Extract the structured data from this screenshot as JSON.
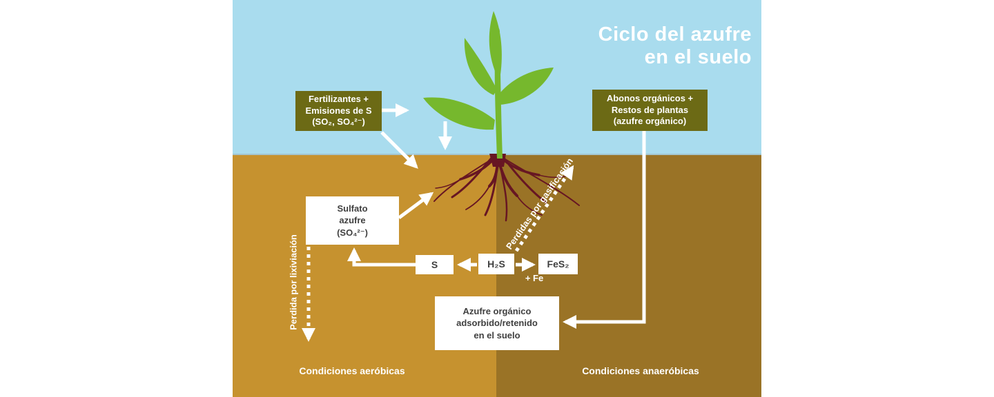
{
  "title": "Ciclo del azufre\nen el suelo",
  "boxes": {
    "fertilizantes": "Fertilizantes +\nEmisiones de S\n(SO₂, SO₄²⁻)",
    "abonos": "Abonos orgánicos +\nRestos de plantas\n(azufre orgánico)",
    "sulfato": "Sulfato\nazufre\n(SO₄²⁻)",
    "s": "S",
    "h2s": "H₂S",
    "fes2": "FeS₂",
    "azufre_organico": "Azufre orgánico\nadsorbido/retenido\nen el suelo"
  },
  "annotations": {
    "fe": "+ Fe",
    "lixiviacion": "Perdida por lixiviación",
    "gasificacion": "Perdidas por gasificación"
  },
  "zones": {
    "aerobic": "Condiciones aeróbicas",
    "anaerobic": "Condiciones anaeróbicas"
  },
  "colors": {
    "sky": "#a9dcee",
    "soil_aerobic": "#c6922f",
    "soil_anaerobic": "#9a7326",
    "label_box": "#6c6a15",
    "plant_green": "#76b82d",
    "roots": "#671623",
    "arrow": "#ffffff",
    "box_text": "#3f3f3f"
  }
}
